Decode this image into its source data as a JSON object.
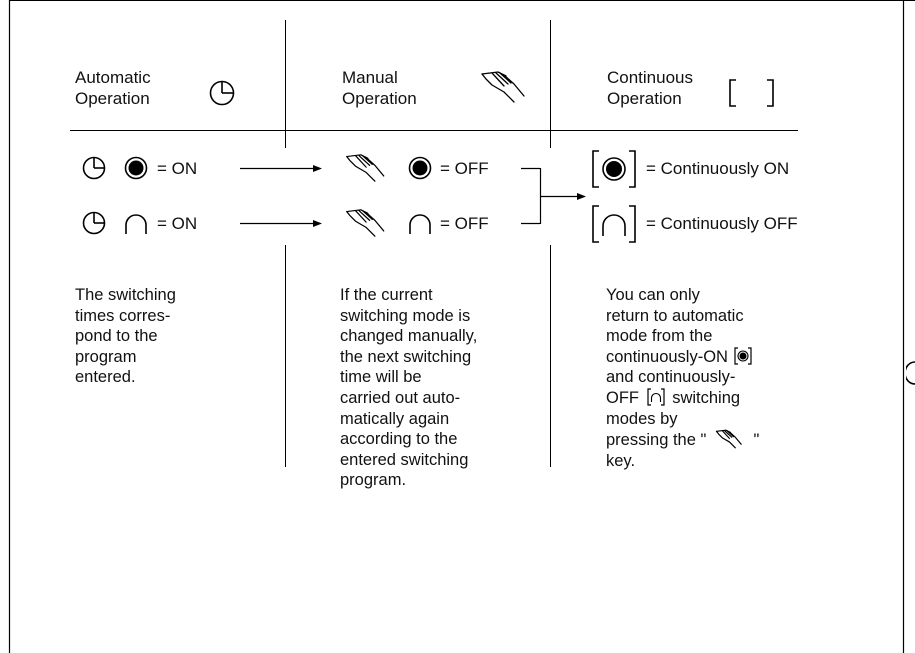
{
  "headers": {
    "automatic": [
      "Automatic",
      "Operation"
    ],
    "manual": [
      "Manual",
      "Operation"
    ],
    "continuous": [
      "Continuous",
      "Operation"
    ]
  },
  "rows": {
    "row1": {
      "auto_value": "= ON",
      "manual_value": "= OFF"
    },
    "row2": {
      "auto_value": "= ON",
      "manual_value": "= OFF"
    }
  },
  "continuous_states": [
    "= Continuously ON",
    "= Continuously  OFF"
  ],
  "descriptions": {
    "automatic": "The switching\ntimes corres-\npond to the\nprogram\nentered.",
    "manual": "If the current\nswitching mode is\nchanged manually,\nthe next switching\ntime will be\ncarried out auto-\nmatically again\naccording to the\nentered switching\nprogram.",
    "continuous": {
      "l1": "You can only",
      "l2": "return to automatic",
      "l3": "mode from the",
      "l4": "continuously-ON",
      "l5": "and continuously-",
      "l6a": "OFF",
      "l6b": "switching",
      "l7": "modes by",
      "l8a": "pressing the \"",
      "l8b": "\"",
      "l9": "key."
    }
  },
  "icons": [
    "clock-icon",
    "hand-icon",
    "bracket-icon",
    "filled-circle-icon",
    "open-circle-icon"
  ]
}
